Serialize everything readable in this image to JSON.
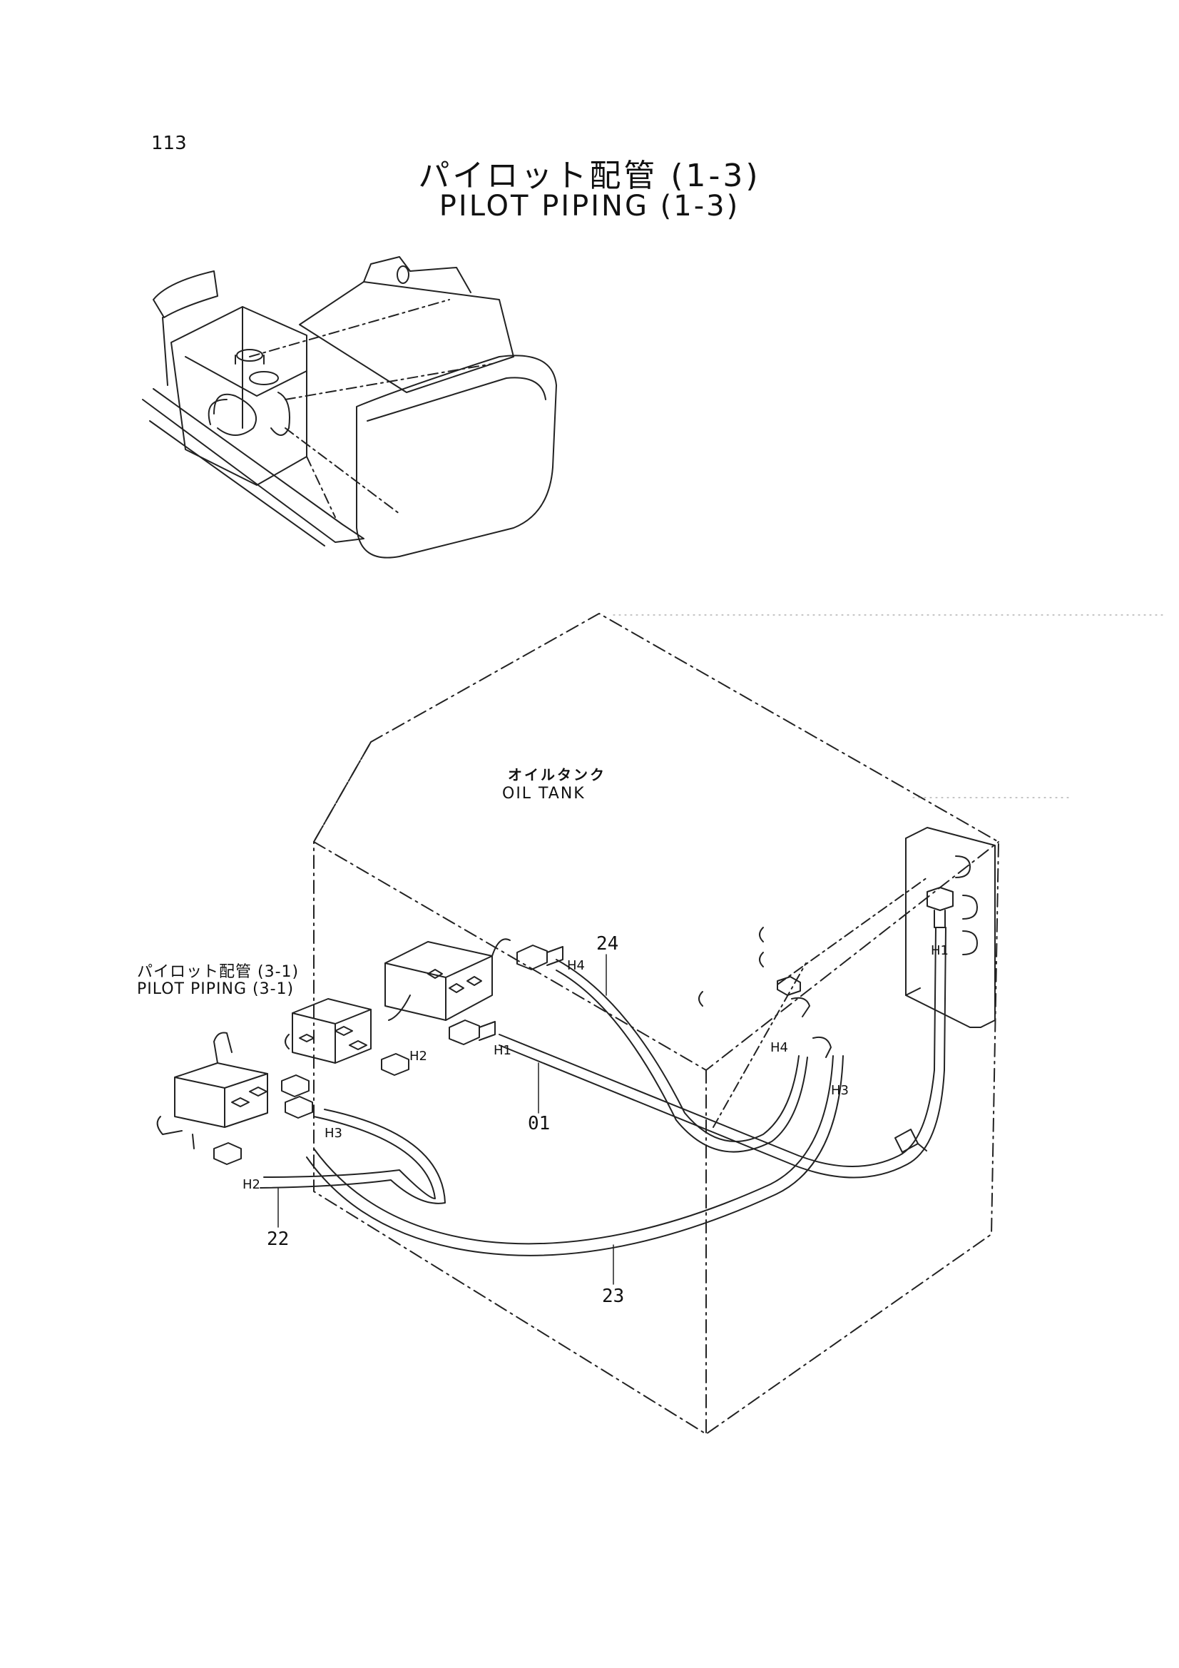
{
  "page": {
    "number": "113"
  },
  "title": {
    "japanese": "パイロット配管 (1-3)",
    "english": "PILOT PIPING (1-3)"
  },
  "oil_tank": {
    "japanese": "オイルタンク",
    "english": "OIL TANK"
  },
  "reference": {
    "japanese": "パイロット配管 (3-1)",
    "english": "PILOT PIPING (3-1)"
  },
  "parts": {
    "p01": "01",
    "p22": "22",
    "p23": "23",
    "p24": "24"
  },
  "hose_ends": {
    "h1_top": "H1",
    "h1_side": "H1",
    "h2_left": "H2",
    "h2_block": "H2",
    "h3_left": "H3",
    "h3_right": "H3",
    "h4_top": "H4",
    "h4_right": "H4"
  }
}
